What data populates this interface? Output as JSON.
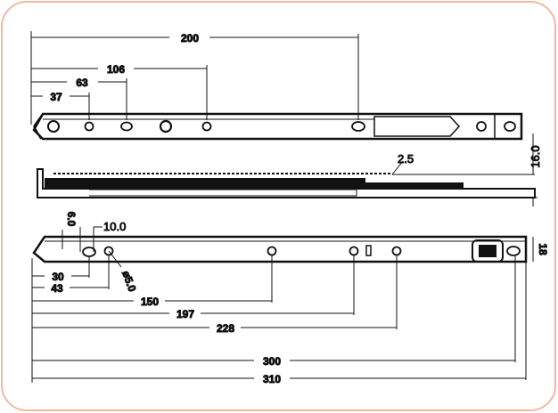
{
  "colors": {
    "frame": "#f2b9a2",
    "ink": "#111111"
  },
  "top_view": {
    "dims": {
      "d200": "200",
      "d106": "106",
      "d63": "63",
      "d37": "37"
    }
  },
  "side_view": {
    "dims": {
      "thickness": "2.5",
      "height": "16.0"
    }
  },
  "bottom_view": {
    "dims": {
      "d6": "6.0",
      "d10": "10.0",
      "d30": "30",
      "d43": "43",
      "hole": "ø5.0",
      "d150": "150",
      "d197": "197",
      "d228": "228",
      "d300": "300",
      "d310": "310",
      "width": "18"
    }
  }
}
